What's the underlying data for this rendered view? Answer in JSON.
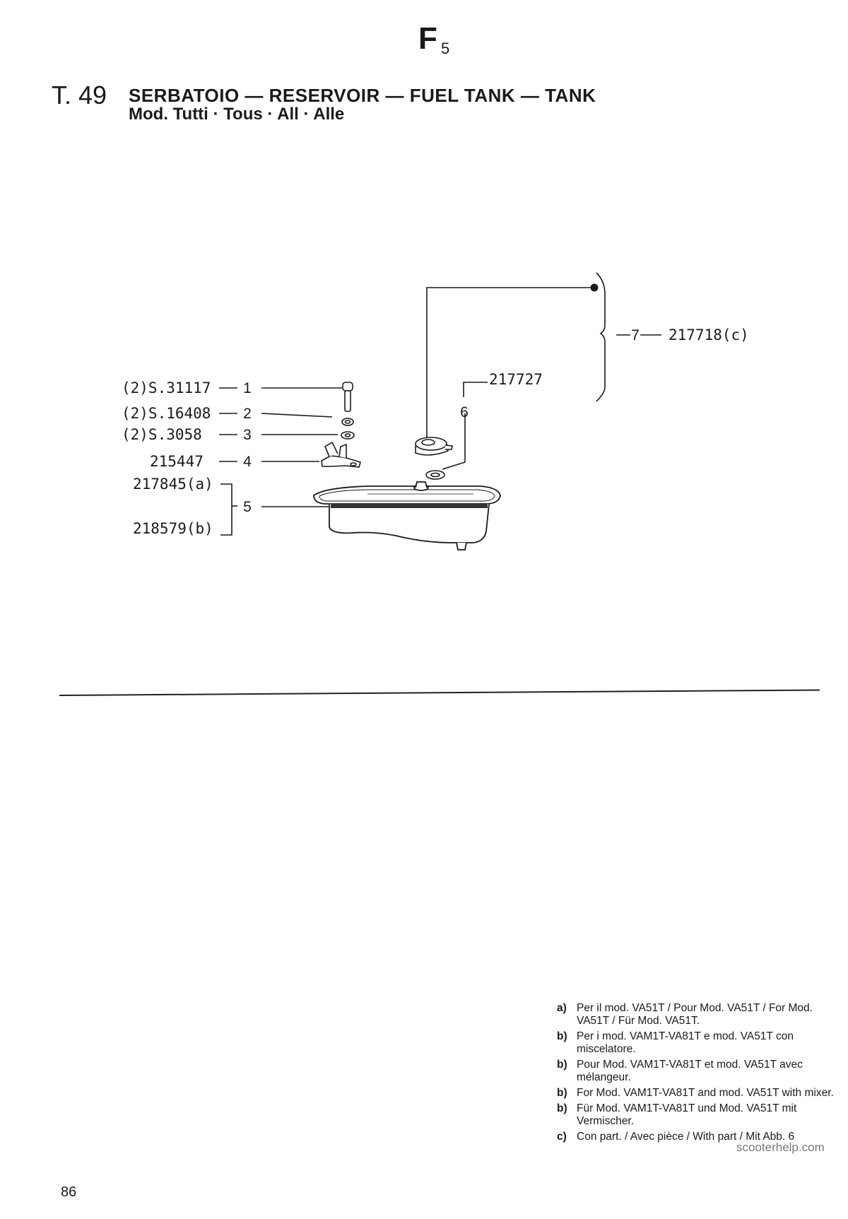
{
  "header": {
    "section_letter": "F",
    "section_sub": "5",
    "plate_number": "T. 49",
    "title": "SERBATOIO — RESERVOIR — FUEL TANK — TANK",
    "subtitle": "Mod. Tutti · Tous · All · Alle"
  },
  "callouts": [
    {
      "ref": "(2)S.31117",
      "num": "1"
    },
    {
      "ref": "(2)S.16408",
      "num": "2"
    },
    {
      "ref": "(2)S.3058",
      "num": "3"
    },
    {
      "ref": "215447",
      "num": "4"
    },
    {
      "ref_a": "217845(a)",
      "ref_b": "218579(b)",
      "num": "5"
    },
    {
      "ref": "217727",
      "num": "6"
    },
    {
      "ref": "217718(c)",
      "num": "7"
    }
  ],
  "notes": [
    {
      "key": "a)",
      "text": "Per il mod. VA51T / Pour Mod. VA51T / For Mod. VA51T / Für Mod. VA51T."
    },
    {
      "key": "b)",
      "text": "Per i mod. VAM1T-VA81T e mod. VA51T con miscelatore."
    },
    {
      "key": "b)",
      "text": "Pour Mod. VAM1T-VA81T et mod. VA51T avec mélangeur."
    },
    {
      "key": "b)",
      "text": "For Mod. VAM1T-VA81T and mod. VA51T with mixer."
    },
    {
      "key": "b)",
      "text": "Für Mod. VAM1T-VA81T und Mod. VA51T mit Vermischer."
    },
    {
      "key": "c)",
      "text": "Con part. / Avec pièce / With part / Mit Abb. 6"
    }
  ],
  "footer": {
    "page_number": "86",
    "watermark": "scooterhelp.com"
  }
}
